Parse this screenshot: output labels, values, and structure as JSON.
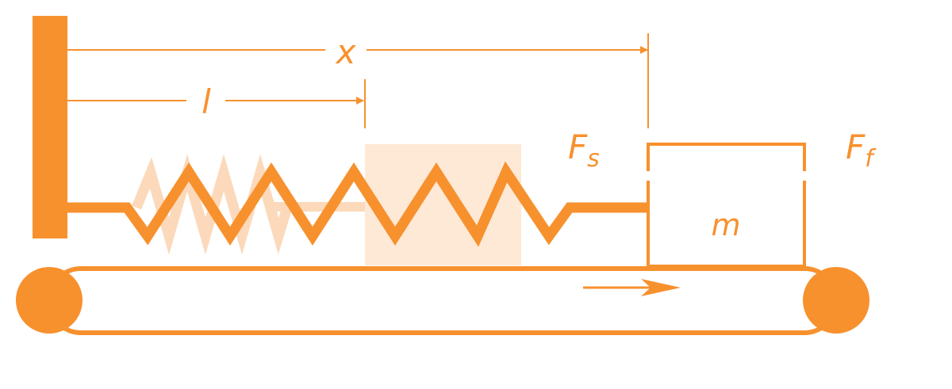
{
  "labels": {
    "x": "x",
    "l": "l",
    "force_spring": "F",
    "force_spring_sub": "s",
    "force_friction": "F",
    "force_friction_sub": "f",
    "mass": "m"
  },
  "colors": {
    "accent": "#F7912E",
    "accent_light": "#FDE9D6",
    "ghost_spring": "#FBD9BA",
    "background": "#FFFFFF"
  }
}
